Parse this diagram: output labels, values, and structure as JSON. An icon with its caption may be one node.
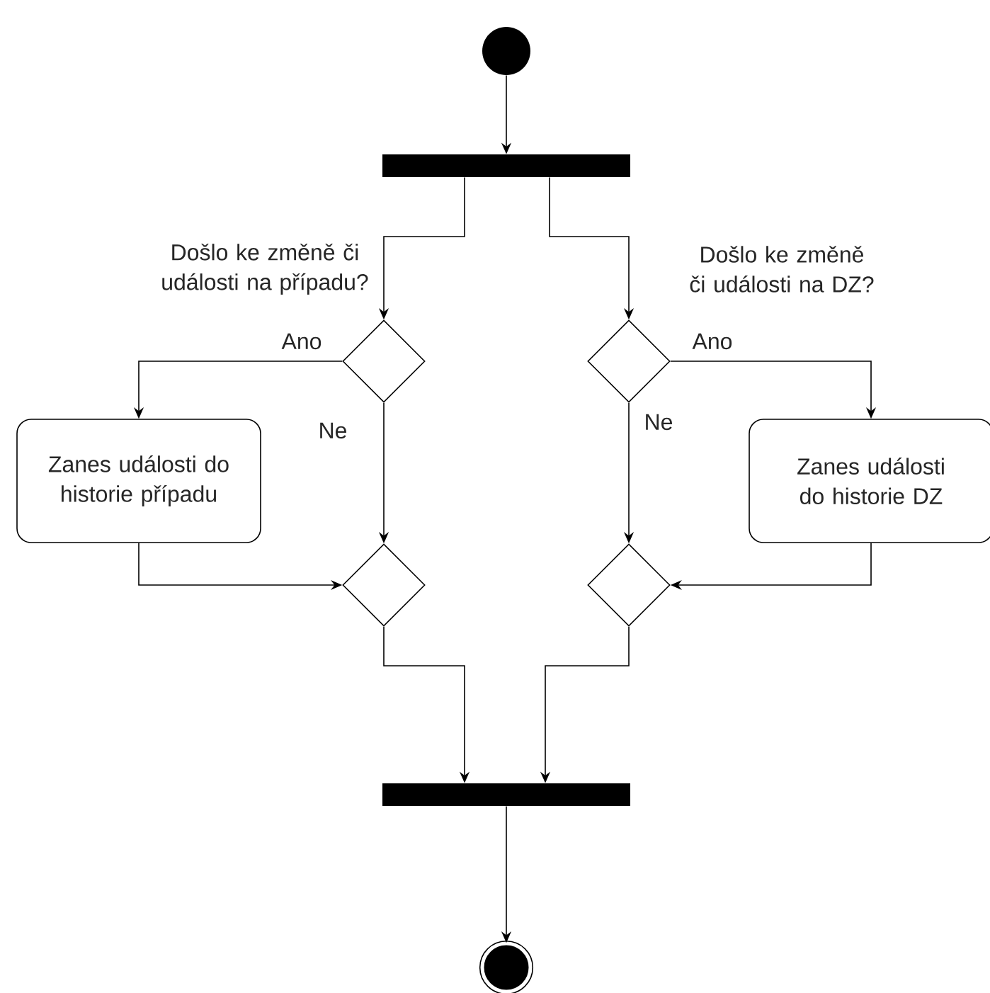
{
  "diagram": {
    "nodes": [
      {
        "text": [],
        "shape": "circle"
      },
      {
        "text": [],
        "shape": "bar"
      },
      {
        "text": [],
        "shape": "diamond",
        "beside": [
          "Došlo ke změně či události na případu?"
        ]
      },
      {
        "text": [],
        "shape": "diamond",
        "beside": [
          "Došlo ke změně či události na DZ?"
        ]
      },
      {
        "text": [
          "Zanes události do historie případu"
        ]
      },
      {
        "text": [
          "Zanes události do historie DZ"
        ]
      },
      {
        "text": [],
        "shape": "diamond"
      },
      {
        "text": [],
        "shape": "diamond"
      },
      {
        "text": [],
        "shape": "bar"
      },
      {
        "text": [],
        "shape": "circle"
      }
    ],
    "edges": [
      {
        "from": 0,
        "to": 1,
        "arrow": "to"
      },
      {
        "from": 1,
        "to": 2,
        "arrow": "to"
      },
      {
        "from": 1,
        "to": 3,
        "arrow": "to"
      },
      {
        "from": 2,
        "to": 4,
        "arrow": "to",
        "label": "Ano"
      },
      {
        "from": 2,
        "to": 6,
        "arrow": "to",
        "label": "Ne"
      },
      {
        "from": 3,
        "to": 5,
        "arrow": "to",
        "label": "Ano"
      },
      {
        "from": 3,
        "to": 7,
        "arrow": "to",
        "label": "Ne"
      },
      {
        "from": 4,
        "to": 6,
        "arrow": "to"
      },
      {
        "from": 5,
        "to": 7,
        "arrow": "to"
      },
      {
        "from": 6,
        "to": 8,
        "arrow": "to"
      },
      {
        "from": 7,
        "to": 8,
        "arrow": "to"
      },
      {
        "from": 8,
        "to": 9,
        "arrow": "to"
      }
    ]
  }
}
